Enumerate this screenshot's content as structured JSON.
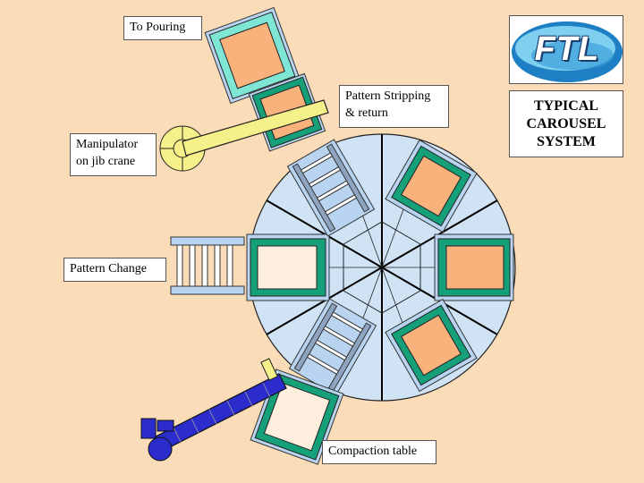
{
  "labels": {
    "to_pouring": "To Pouring",
    "pattern_stripping": "Pattern Stripping\n& return",
    "manipulator": "Manipulator\non jib crane",
    "pattern_change": "Pattern Change",
    "compaction_table": "Compaction table"
  },
  "title": "TYPICAL\nCAROUSEL\nSYSTEM",
  "logo": {
    "text": "FTL",
    "colors": [
      "#1f7fc4",
      "#7fd0f0",
      "#1a3c6e"
    ]
  },
  "colors": {
    "background": "#fbdcb8",
    "table": "#cfe3f5",
    "frame_green": "#16a07a",
    "mould_orange": "#f9b27b",
    "mould_cream": "#fdeedd",
    "rail_blue": "#b8d4f0",
    "conveyor": "#2c2ccc",
    "manipulator": "#f5f08a"
  }
}
